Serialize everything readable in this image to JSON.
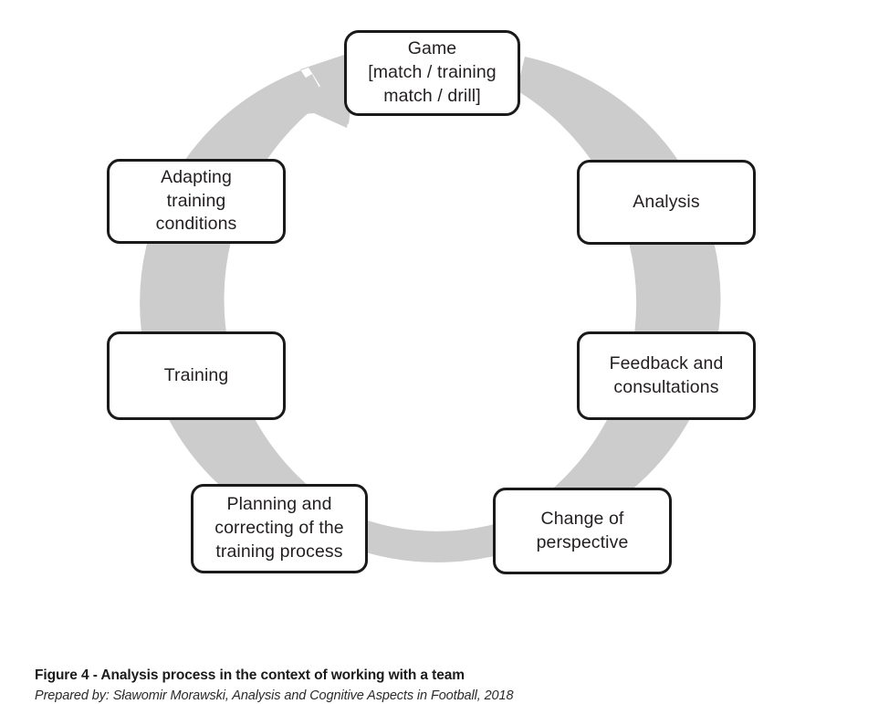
{
  "figure": {
    "caption_title": "Figure 4 - Analysis process in the context of working with a team",
    "caption_source": "Prepared by: Sławomir Morawski, Analysis and Cognitive Aspects in Football, 2018"
  },
  "colors": {
    "ring": "#cccccc",
    "box_border": "#1a1a1a",
    "box_fill": "#ffffff",
    "text": "#231f20",
    "background": "#ffffff"
  },
  "diagram": {
    "type": "cycle",
    "direction": "clockwise",
    "nodes": [
      {
        "id": "game",
        "label": "Game\n[match / training\nmatch / drill]",
        "position": "top"
      },
      {
        "id": "analysis",
        "label": "Analysis",
        "position": "upper-right"
      },
      {
        "id": "feedback",
        "label": "Feedback and\nconsultations",
        "position": "lower-right"
      },
      {
        "id": "change",
        "label": "Change of\nperspective",
        "position": "bottom-right"
      },
      {
        "id": "planning",
        "label": "Planning and\ncorrecting of the\ntraining process",
        "position": "bottom-left"
      },
      {
        "id": "training",
        "label": "Training",
        "position": "lower-left"
      },
      {
        "id": "adapting",
        "label": "Adapting\ntraining\nconditions",
        "position": "upper-left"
      }
    ],
    "arrow": {
      "name": "clockwise-cycle-arrow",
      "head_target": "game"
    }
  }
}
